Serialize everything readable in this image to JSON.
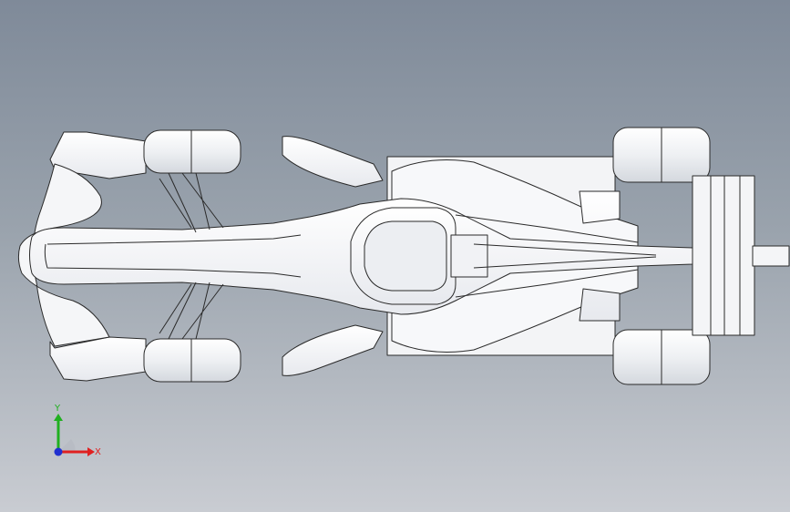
{
  "viewport": {
    "background_top": "#7f8a99",
    "background_bottom": "#c9ccd2"
  },
  "model": {
    "description_icon": "f1-car-top-view",
    "body_color": "#f4f5f7",
    "edge_color": "#2a2a2a"
  },
  "triad": {
    "x_label": "X",
    "y_label": "Y",
    "x_color": "#e02020",
    "y_color": "#20b020",
    "z_color": "#2030d0"
  }
}
